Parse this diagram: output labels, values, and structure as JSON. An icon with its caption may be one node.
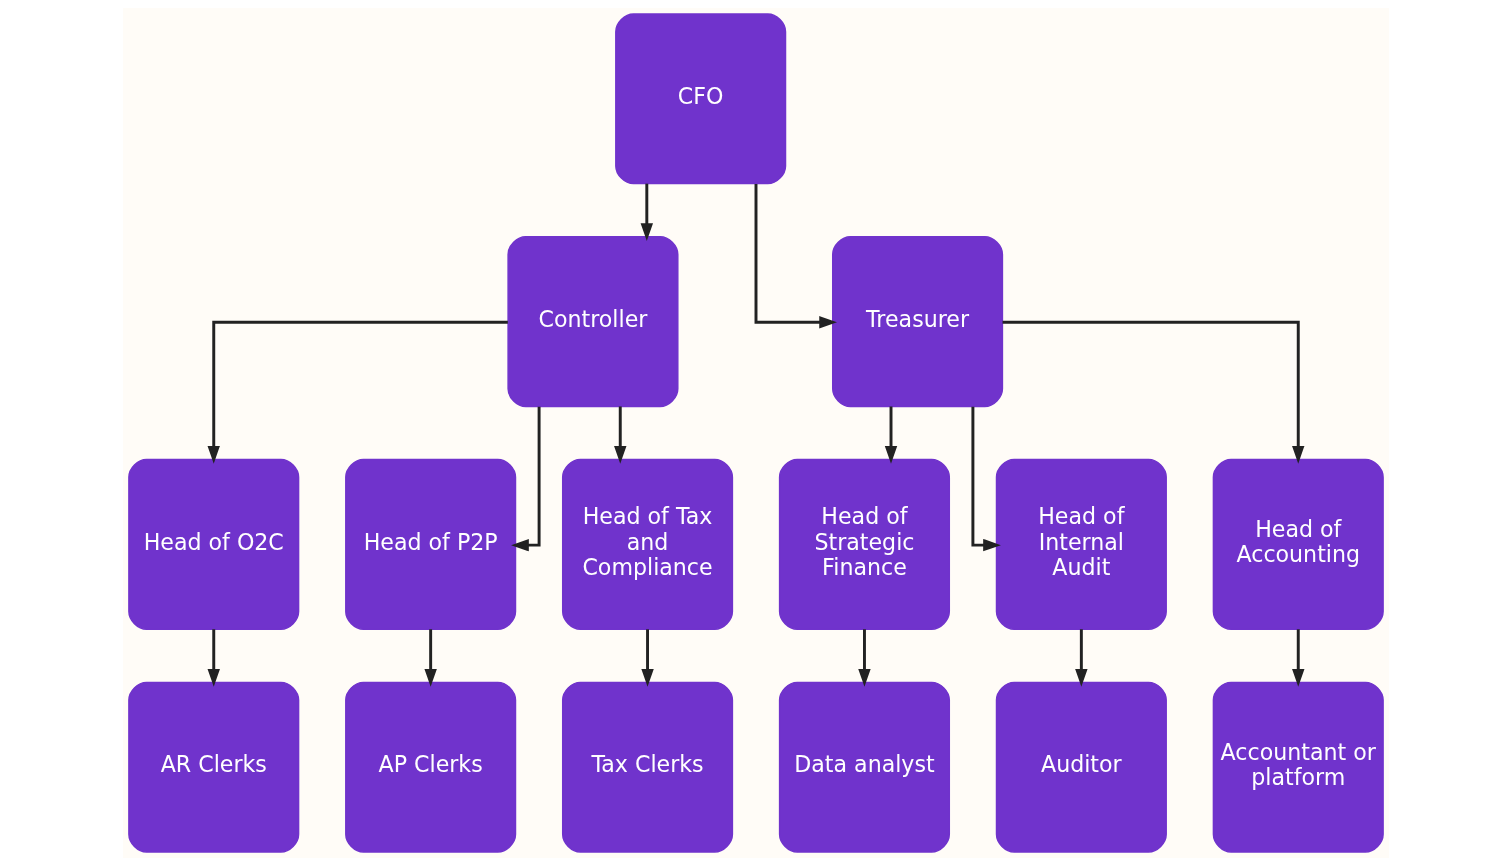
{
  "diagram": {
    "nodes": [
      {
        "text": [
          "CFO"
        ]
      },
      {
        "text": [
          "Controller"
        ]
      },
      {
        "text": [
          "Treasurer"
        ]
      },
      {
        "text": [
          "Head of O2C"
        ]
      },
      {
        "text": [
          "Head of P2P"
        ]
      },
      {
        "text": [
          "Head of Tax and Compliance"
        ]
      },
      {
        "text": [
          "Head of Strategic Finance"
        ]
      },
      {
        "text": [
          "Head of Internal Audit"
        ]
      },
      {
        "text": [
          "Head of Accounting"
        ]
      },
      {
        "text": [
          "AR Clerks"
        ]
      },
      {
        "text": [
          "AP Clerks"
        ]
      },
      {
        "text": [
          "Tax Clerks"
        ]
      },
      {
        "text": [
          "Data analyst"
        ]
      },
      {
        "text": [
          "Auditor"
        ]
      },
      {
        "text": [
          "Accountant or platform"
        ]
      }
    ],
    "edges": [
      {
        "from": 0,
        "to": 1,
        "arrow": "to"
      },
      {
        "from": 0,
        "to": 2,
        "arrow": "to"
      },
      {
        "from": 1,
        "to": 3,
        "arrow": "to"
      },
      {
        "from": 1,
        "to": 4,
        "arrow": "to"
      },
      {
        "from": 1,
        "to": 5,
        "arrow": "to"
      },
      {
        "from": 2,
        "to": 6,
        "arrow": "to"
      },
      {
        "from": 2,
        "to": 7,
        "arrow": "to"
      },
      {
        "from": 2,
        "to": 8,
        "arrow": "to"
      },
      {
        "from": 3,
        "to": 9,
        "arrow": "to"
      },
      {
        "from": 4,
        "to": 10,
        "arrow": "to"
      },
      {
        "from": 5,
        "to": 11,
        "arrow": "to"
      },
      {
        "from": 6,
        "to": 12,
        "arrow": "to"
      },
      {
        "from": 7,
        "to": 13,
        "arrow": "to"
      },
      {
        "from": 8,
        "to": 14,
        "arrow": "to"
      }
    ]
  }
}
